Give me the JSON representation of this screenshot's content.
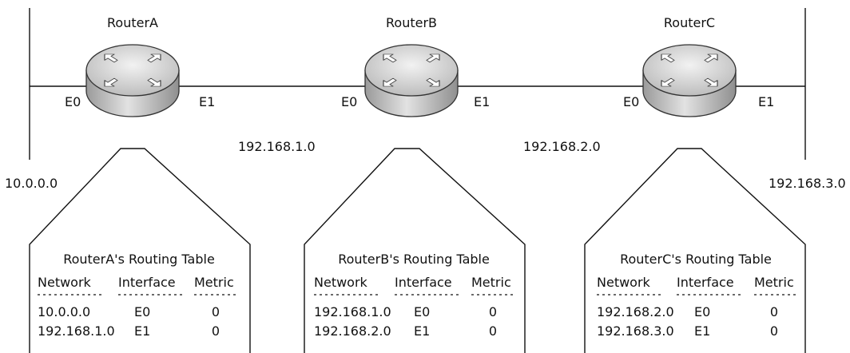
{
  "routers": [
    {
      "name": "RouterA",
      "left_interface": "E0",
      "right_interface": "E1",
      "table": {
        "title": "RouterA's Routing Table",
        "rows": [
          {
            "network": "10.0.0.0",
            "interface": "E0",
            "metric": "0"
          },
          {
            "network": "192.168.1.0",
            "interface": "E1",
            "metric": "0"
          }
        ]
      }
    },
    {
      "name": "RouterB",
      "left_interface": "E0",
      "right_interface": "E1",
      "table": {
        "title": "RouterB's Routing Table",
        "rows": [
          {
            "network": "192.168.1.0",
            "interface": "E0",
            "metric": "0"
          },
          {
            "network": "192.168.2.0",
            "interface": "E1",
            "metric": "0"
          }
        ]
      }
    },
    {
      "name": "RouterC",
      "left_interface": "E0",
      "right_interface": "E1",
      "table": {
        "title": "RouterC's Routing Table",
        "rows": [
          {
            "network": "192.168.2.0",
            "interface": "E0",
            "metric": "0"
          },
          {
            "network": "192.168.3.0",
            "interface": "E1",
            "metric": "0"
          }
        ]
      }
    }
  ],
  "networks": {
    "left": "10.0.0.0",
    "ab": "192.168.1.0",
    "bc": "192.168.2.0",
    "right": "192.168.3.0"
  },
  "table_headers": {
    "network": "Network",
    "interface": "Interface",
    "metric": "Metric"
  },
  "colors": {
    "line": "#111111",
    "router_top": "#dcdcdc",
    "router_side": "#b8b8b8"
  }
}
